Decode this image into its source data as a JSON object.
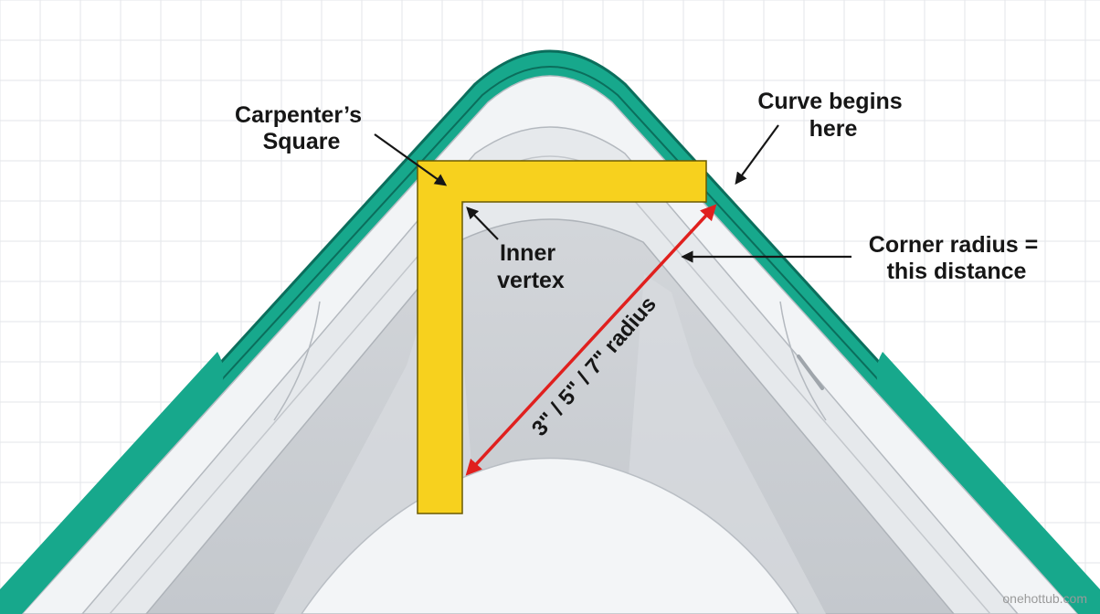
{
  "labels": {
    "square": [
      "Carpenter’s",
      "Square"
    ],
    "curve": [
      "Curve begins",
      "here"
    ],
    "vertex": [
      "Inner",
      "vertex"
    ],
    "radius": [
      "Corner radius =",
      "this distance"
    ],
    "dimension": "3\" / 5\" / 7\" radius"
  },
  "watermark": "onehottub.com",
  "colors": {
    "background": "#ffffff",
    "grid": "#e3e6ea",
    "rim_teal": "#17a88c",
    "rim_dark": "#0b6e5c",
    "shell_light": "#f1f3f5",
    "shell_mid": "#dfe2e6",
    "shell_deep": "#c9cdd2",
    "square_yellow": "#f7d11e",
    "measure_red": "#e0201e",
    "text": "#161616"
  }
}
